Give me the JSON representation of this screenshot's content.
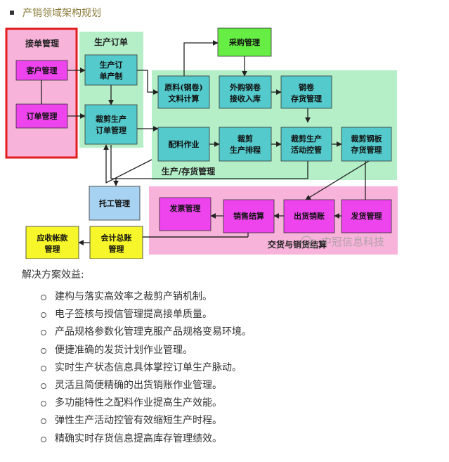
{
  "heading": "产销领域架构规划",
  "diagram": {
    "groups": {
      "order_mgmt": "接单管理",
      "production_order": "生产订单",
      "production_inventory": "生产/存货管理",
      "delivery": "交货与销货结算"
    },
    "nodes": {
      "customer": "客户管理",
      "order": "订单管理",
      "prod_order_create": [
        "生产订",
        "单产制"
      ],
      "cut_order": [
        "裁剪生产",
        "订单管理"
      ],
      "purchase": "采购管理",
      "material_calc": [
        "原料(钢卷)",
        "文料计算"
      ],
      "purchase_receive": [
        "外购钢卷",
        "接收入库"
      ],
      "coil_inventory": [
        "钢卷",
        "存货管理"
      ],
      "batching": "配料作业",
      "cut_schedule": [
        "裁剪",
        "生产排程"
      ],
      "cut_control": [
        "裁剪生产",
        "活动控管"
      ],
      "sheet_inventory": [
        "裁剪钢板",
        "存货管理"
      ],
      "outsource": "托工管理",
      "invoice": "发票管理",
      "sales_settle": "销售结算",
      "ship_sales": "出货销账",
      "shipping": "发货管理",
      "receivable": [
        "应收帐款",
        "管理"
      ],
      "ledger": [
        "会计总账",
        "管理"
      ]
    },
    "watermark": "中冠信息科技"
  },
  "subtitle": "解决方案效益:",
  "benefits": [
    "建构与落实高效率之裁剪产销机制。",
    "电子签核与授信管理提高接单质量。",
    "产品规格参数化管理克服产品规格变易环境。",
    "便捷准确的发货计划作业管理。",
    "实时生产状态信息具体掌控订单生产脉动。",
    "灵活且简便精确的出货销账作业管理。",
    "多功能特性之配料作业提高生产效能。",
    "弹性生产活动控管有效缩短生产时程。",
    "精确实时存货信息提高库存管理绩效。"
  ]
}
